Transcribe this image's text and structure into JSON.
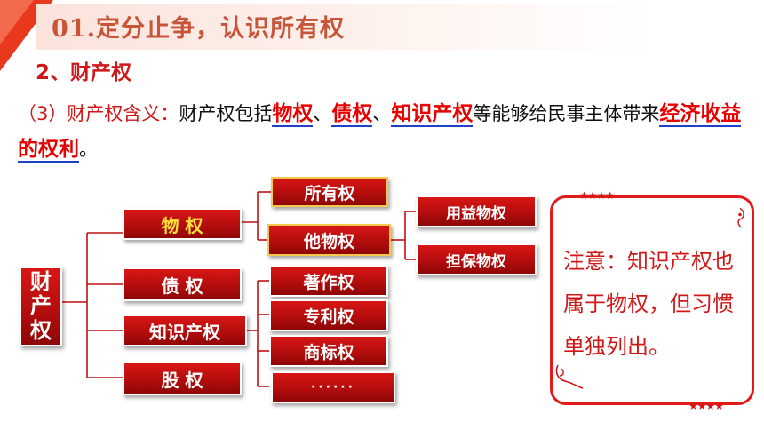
{
  "header": {
    "title": "01.定分止争，认识所有权",
    "subtitle": "2、财产权"
  },
  "definition": {
    "prefix": "（3）财产权含义：",
    "text1": "财产权包括",
    "term1": "物权",
    "sep1": "、",
    "term2": "债权",
    "sep2": "、",
    "term3": "知识产权",
    "text2": "等能够给民事主体带来",
    "term4": "经济收益的权利",
    "end": "。"
  },
  "diagram": {
    "root": [
      "财",
      "产",
      "权"
    ],
    "level1": [
      "物 权",
      "债 权",
      "知识产权",
      "股 权"
    ],
    "property_sub": [
      "所有权",
      "他物权"
    ],
    "other_property_sub": [
      "用益物权",
      "担保物权"
    ],
    "ip_sub": [
      "著作权",
      "专利权",
      "商标权",
      "······"
    ]
  },
  "note": {
    "text": "注意：知识产权也属于物权，但习惯单独列出。",
    "stars": "★★★★"
  },
  "colors": {
    "accent_red": "#d01818",
    "node_red": "#c01010",
    "title_orange": "#c8553a",
    "underline_blue": "#2040c8"
  }
}
